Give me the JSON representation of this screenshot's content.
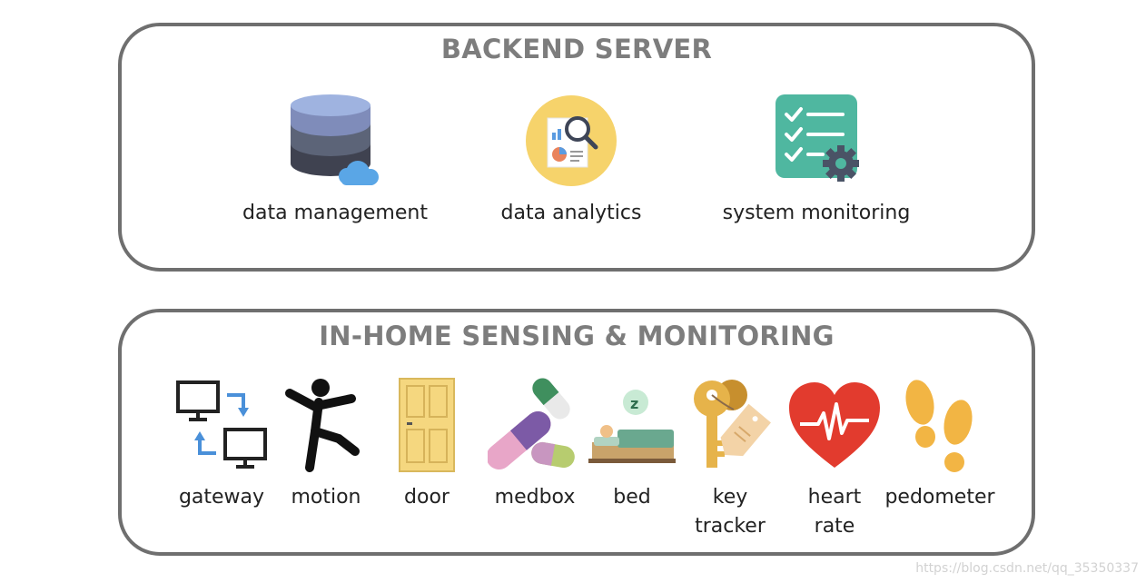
{
  "backend": {
    "title": "BACKEND SERVER",
    "items": [
      {
        "label": "data management",
        "icon": "database-cloud-icon"
      },
      {
        "label": "data analytics",
        "icon": "report-magnifier-icon"
      },
      {
        "label": "system monitoring",
        "icon": "checklist-gear-icon"
      }
    ]
  },
  "inhome": {
    "title": "IN-HOME SENSING & MONITORING",
    "items": [
      {
        "label": "gateway",
        "icon": "gateway-computers-icon"
      },
      {
        "label": "motion",
        "icon": "falling-person-icon"
      },
      {
        "label": "door",
        "icon": "door-icon"
      },
      {
        "label": "medbox",
        "icon": "pills-icon"
      },
      {
        "label": "bed",
        "icon": "sleeping-bed-icon"
      },
      {
        "label": "key tracker",
        "line1": "key",
        "line2": "tracker",
        "icon": "key-tag-icon"
      },
      {
        "label": "heart rate",
        "line1": "heart",
        "line2": "rate",
        "icon": "heart-pulse-icon"
      },
      {
        "label": "pedometer",
        "icon": "footprints-icon"
      }
    ]
  },
  "watermark": "https://blog.csdn.net/qq_35350337",
  "colors": {
    "border": "#6f6f6f",
    "title": "#7d7d7d",
    "accent_blue": "#4a90d9",
    "teal": "#4fb7a0",
    "red": "#e23b2e"
  }
}
